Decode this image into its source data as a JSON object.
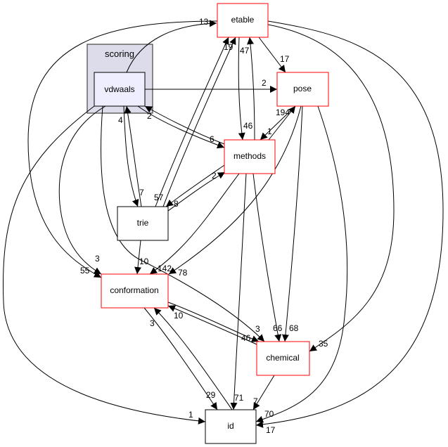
{
  "cluster": {
    "label": "scoring",
    "fill": "#dcdcea"
  },
  "nodes": {
    "vdwaals": "vdwaals",
    "etable": "etable",
    "pose": "pose",
    "methods": "methods",
    "trie": "trie",
    "conformation": "conformation",
    "chemical": "chemical",
    "id": "id"
  },
  "colors": {
    "linked_border": "#ff0000",
    "plain_border": "#000000",
    "focus_fill": "#eeeeff"
  },
  "edges": [
    {
      "from": "vdwaals",
      "to": "etable",
      "label": "13"
    },
    {
      "from": "etable",
      "to": "conformation",
      "label": "55"
    },
    {
      "from": "etable",
      "to": "pose",
      "label": "17"
    },
    {
      "from": "vdwaals",
      "to": "pose",
      "label": "2"
    },
    {
      "from": "etable",
      "to": "methods",
      "label": "46"
    },
    {
      "from": "methods",
      "to": "etable",
      "label": "47"
    },
    {
      "from": "trie",
      "to": "etable",
      "label": "19"
    },
    {
      "from": "etable",
      "to": "trie",
      "label": "57"
    },
    {
      "from": "vdwaals",
      "to": "methods",
      "label": "6"
    },
    {
      "from": "methods",
      "to": "vdwaals",
      "label": "2"
    },
    {
      "from": "vdwaals",
      "to": "trie",
      "label": "7"
    },
    {
      "from": "trie",
      "to": "vdwaals",
      "label": "4"
    },
    {
      "from": "pose",
      "to": "methods",
      "label": "1"
    },
    {
      "from": "methods",
      "to": "pose",
      "label": "194"
    },
    {
      "from": "methods",
      "to": "trie",
      "label": "8"
    },
    {
      "from": "trie",
      "to": "methods",
      "label": "2"
    },
    {
      "from": "trie",
      "to": "conformation",
      "label": "10"
    },
    {
      "from": "methods",
      "to": "conformation",
      "label": "142"
    },
    {
      "from": "pose",
      "to": "conformation",
      "label": "78"
    },
    {
      "from": "vdwaals",
      "to": "conformation",
      "label": "3"
    },
    {
      "from": "vdwaals",
      "to": "chemical",
      "label": "3"
    },
    {
      "from": "conformation",
      "to": "chemical",
      "label": "46"
    },
    {
      "from": "chemical",
      "to": "conformation",
      "label": "10"
    },
    {
      "from": "methods",
      "to": "chemical",
      "label": "66"
    },
    {
      "from": "pose",
      "to": "chemical",
      "label": "68"
    },
    {
      "from": "etable",
      "to": "chemical",
      "label": "35"
    },
    {
      "from": "conformation",
      "to": "id",
      "label": "29"
    },
    {
      "from": "id",
      "to": "conformation",
      "label": "3"
    },
    {
      "from": "methods",
      "to": "id",
      "label": "71"
    },
    {
      "from": "chemical",
      "to": "id",
      "label": "7"
    },
    {
      "from": "vdwaals",
      "to": "id",
      "label": "1"
    },
    {
      "from": "pose",
      "to": "id",
      "label": "70"
    },
    {
      "from": "etable",
      "to": "id",
      "label": "17"
    }
  ]
}
